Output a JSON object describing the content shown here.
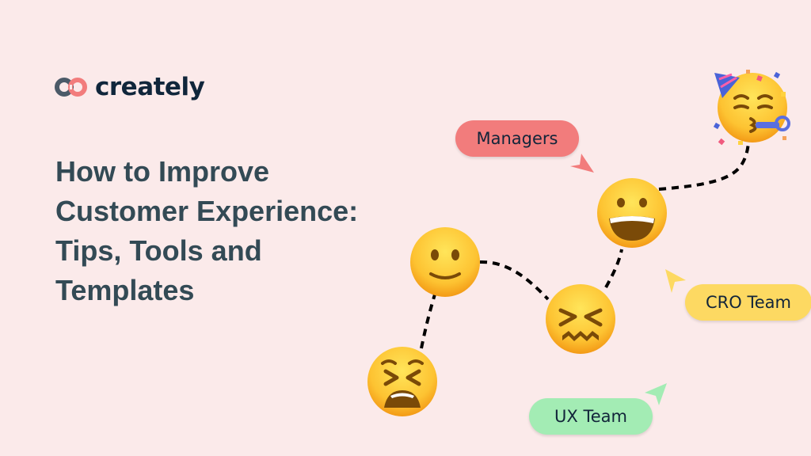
{
  "brand": {
    "name": "creately",
    "logo_colors": {
      "left": "#4b5a68",
      "right": "#f27c7c"
    },
    "text_color": "#10263b"
  },
  "page": {
    "background": "#fbeaea",
    "title_lines": [
      "How to Improve",
      "Customer Experience:",
      "Tips, Tools and",
      "Templates"
    ],
    "title_color": "#334a55"
  },
  "journey": {
    "emojis": [
      {
        "name": "tired-face",
        "glyph": "😫"
      },
      {
        "name": "slightly-smiling-face",
        "glyph": "🙂"
      },
      {
        "name": "confounded-face",
        "glyph": "😖"
      },
      {
        "name": "grinning-face",
        "glyph": "😀"
      },
      {
        "name": "partying-face",
        "glyph": "🥳"
      }
    ]
  },
  "labels": {
    "managers": {
      "text": "Managers",
      "color": "#f27c7c"
    },
    "cro_team": {
      "text": "CRO Team",
      "color": "#fdd962"
    },
    "ux_team": {
      "text": "UX Team",
      "color": "#a3ecb4"
    }
  }
}
